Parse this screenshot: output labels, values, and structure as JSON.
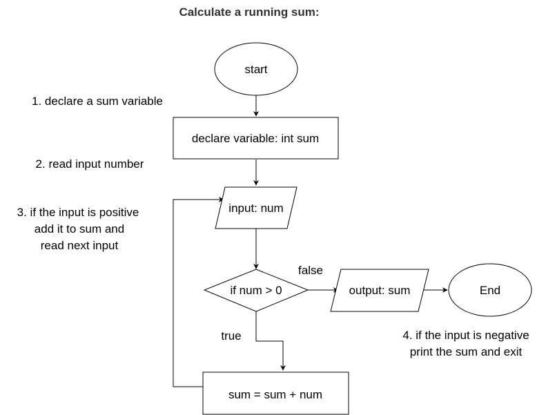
{
  "title": "Calculate a running sum:",
  "nodes": {
    "start": "start",
    "declare": "declare variable: int sum",
    "input": "input: num",
    "decision": "if num > 0",
    "add": "sum = sum + num",
    "output": "output: sum",
    "end": "End"
  },
  "edge_labels": {
    "false": "false",
    "true": "true"
  },
  "notes": {
    "step1": "1. declare a sum variable",
    "step2": "2. read input number",
    "step3": [
      "3. if the input is positive",
      "add it to sum and",
      "read next input"
    ],
    "step4": [
      "4. if the input is negative",
      "print the sum and exit"
    ]
  }
}
